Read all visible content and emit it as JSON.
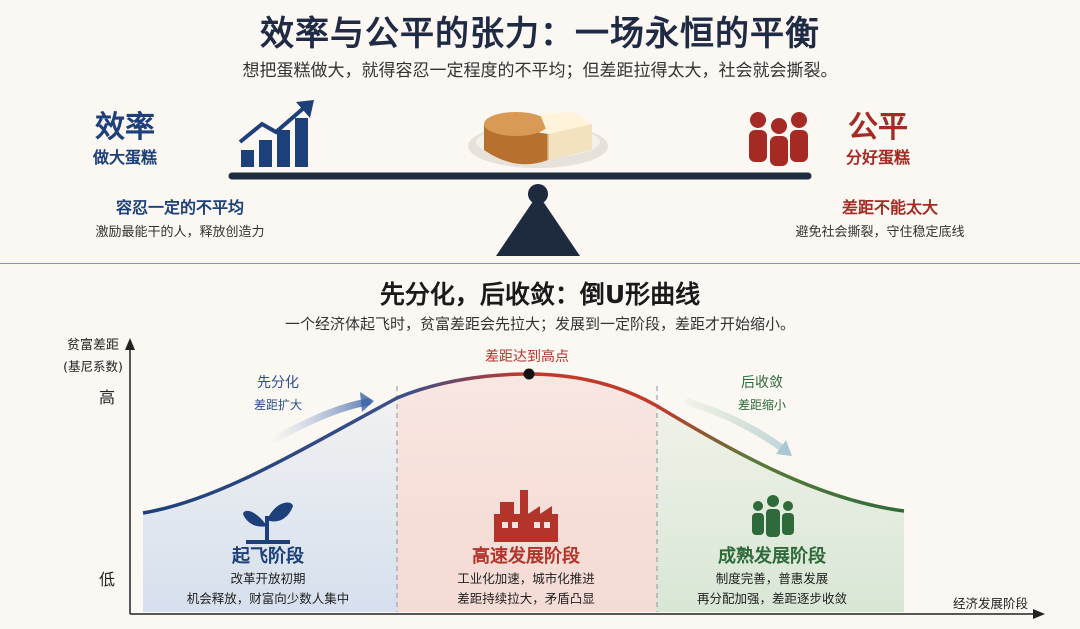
{
  "header": {
    "title": "效率与公平的张力：一场永恒的平衡",
    "subtitle": "想把蛋糕做大，就得容忍一定程度的不平均；但差距拉得太大，社会就会撕裂。"
  },
  "efficiency": {
    "title": "效率",
    "subtitle": "做大蛋糕",
    "note_title": "容忍一定的不平均",
    "note_text": "激励最能干的人，释放创造力",
    "color": "#1d3f7a"
  },
  "equity": {
    "title": "公平",
    "subtitle": "分好蛋糕",
    "note_title": "差距不能太大",
    "note_text": "避免社会撕裂，守住稳定底线",
    "color": "#a52a24"
  },
  "section": {
    "title": "先分化，后收敛：倒U形曲线",
    "subtitle": "一个经济体起飞时，贫富差距会先拉大；发展到一定阶段，差距才开始缩小。"
  },
  "axes": {
    "ylabel_line1": "贫富差距",
    "ylabel_line2": "(基尼系数)",
    "y_high": "高",
    "y_low": "低",
    "xlabel": "经济发展阶段"
  },
  "annotations": {
    "diverge_title": "先分化",
    "diverge_sub": "差距扩大",
    "peak": "差距达到高点",
    "converge_title": "后收敛",
    "converge_sub": "差距缩小"
  },
  "stages": [
    {
      "title": "起飞阶段",
      "line1": "改革开放初期",
      "line2": "机会释放，财富向少数人集中",
      "color": "#1d3f7a",
      "icon": "sprout-icon"
    },
    {
      "title": "高速发展阶段",
      "line1": "工业化加速，城市化推进",
      "line2": "差距持续拉大，矛盾凸显",
      "color": "#b3342a",
      "icon": "factory-icon"
    },
    {
      "title": "成熟发展阶段",
      "line1": "制度完善，普惠发展",
      "line2": "再分配加强，差距逐步收敛",
      "color": "#2f6b3a",
      "icon": "people-icon"
    }
  ]
}
